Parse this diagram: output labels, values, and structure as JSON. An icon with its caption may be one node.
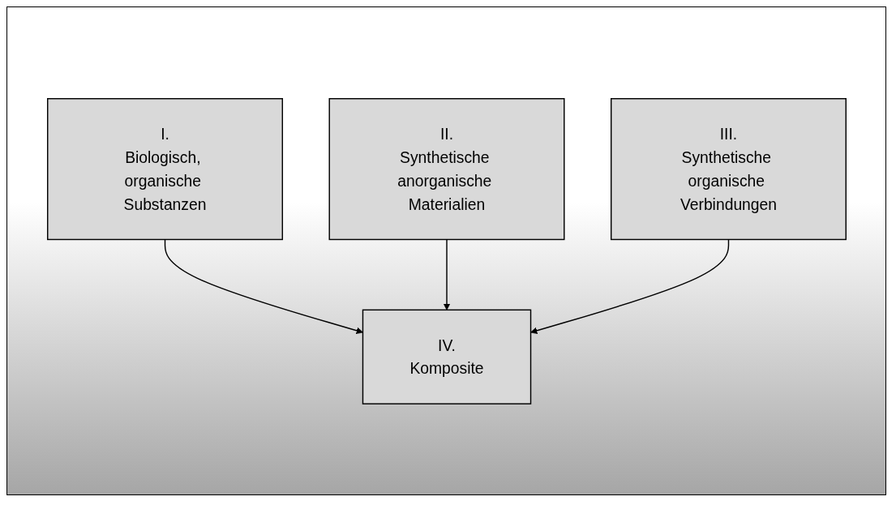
{
  "diagram": {
    "nodes": [
      {
        "text": [
          "I.",
          "Biologisch, organische Substanzen"
        ]
      },
      {
        "text": [
          "II.",
          "Synthetische anorganische Materialien"
        ]
      },
      {
        "text": [
          "III.",
          "Synthetische organische Verbindungen"
        ]
      },
      {
        "text": [
          "IV.",
          "Komposite"
        ]
      }
    ],
    "edges": [
      {
        "from": 0,
        "to": 3,
        "arrow": "to"
      },
      {
        "from": 1,
        "to": 3,
        "arrow": "to"
      },
      {
        "from": 2,
        "to": 3,
        "arrow": "to"
      }
    ]
  }
}
